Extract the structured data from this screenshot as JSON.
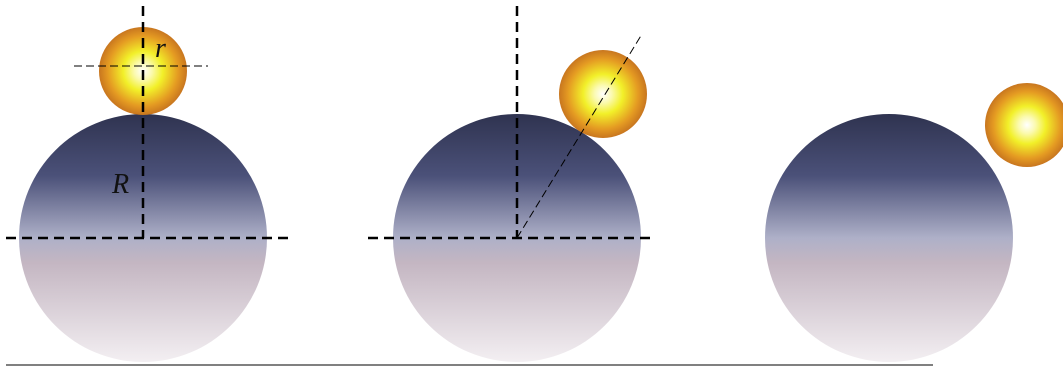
{
  "labels": {
    "small_radius": "r",
    "large_radius": "R"
  },
  "panels": [
    {
      "id": "panel-1",
      "shows_radius_lines": true,
      "shows_angle_line": false
    },
    {
      "id": "panel-2",
      "shows_radius_lines": true,
      "shows_angle_line": true
    },
    {
      "id": "panel-3",
      "shows_radius_lines": false,
      "shows_angle_line": false
    }
  ],
  "colors": {
    "large_ball_top": "#2f3350",
    "large_ball_mid": "#aeb0c8",
    "large_ball_bottom": "#f3eff2",
    "small_ball_core": "#ffffff",
    "small_ball_mid": "#f2f029",
    "small_ball_edge": "#c8761f",
    "lines": "#000000"
  }
}
